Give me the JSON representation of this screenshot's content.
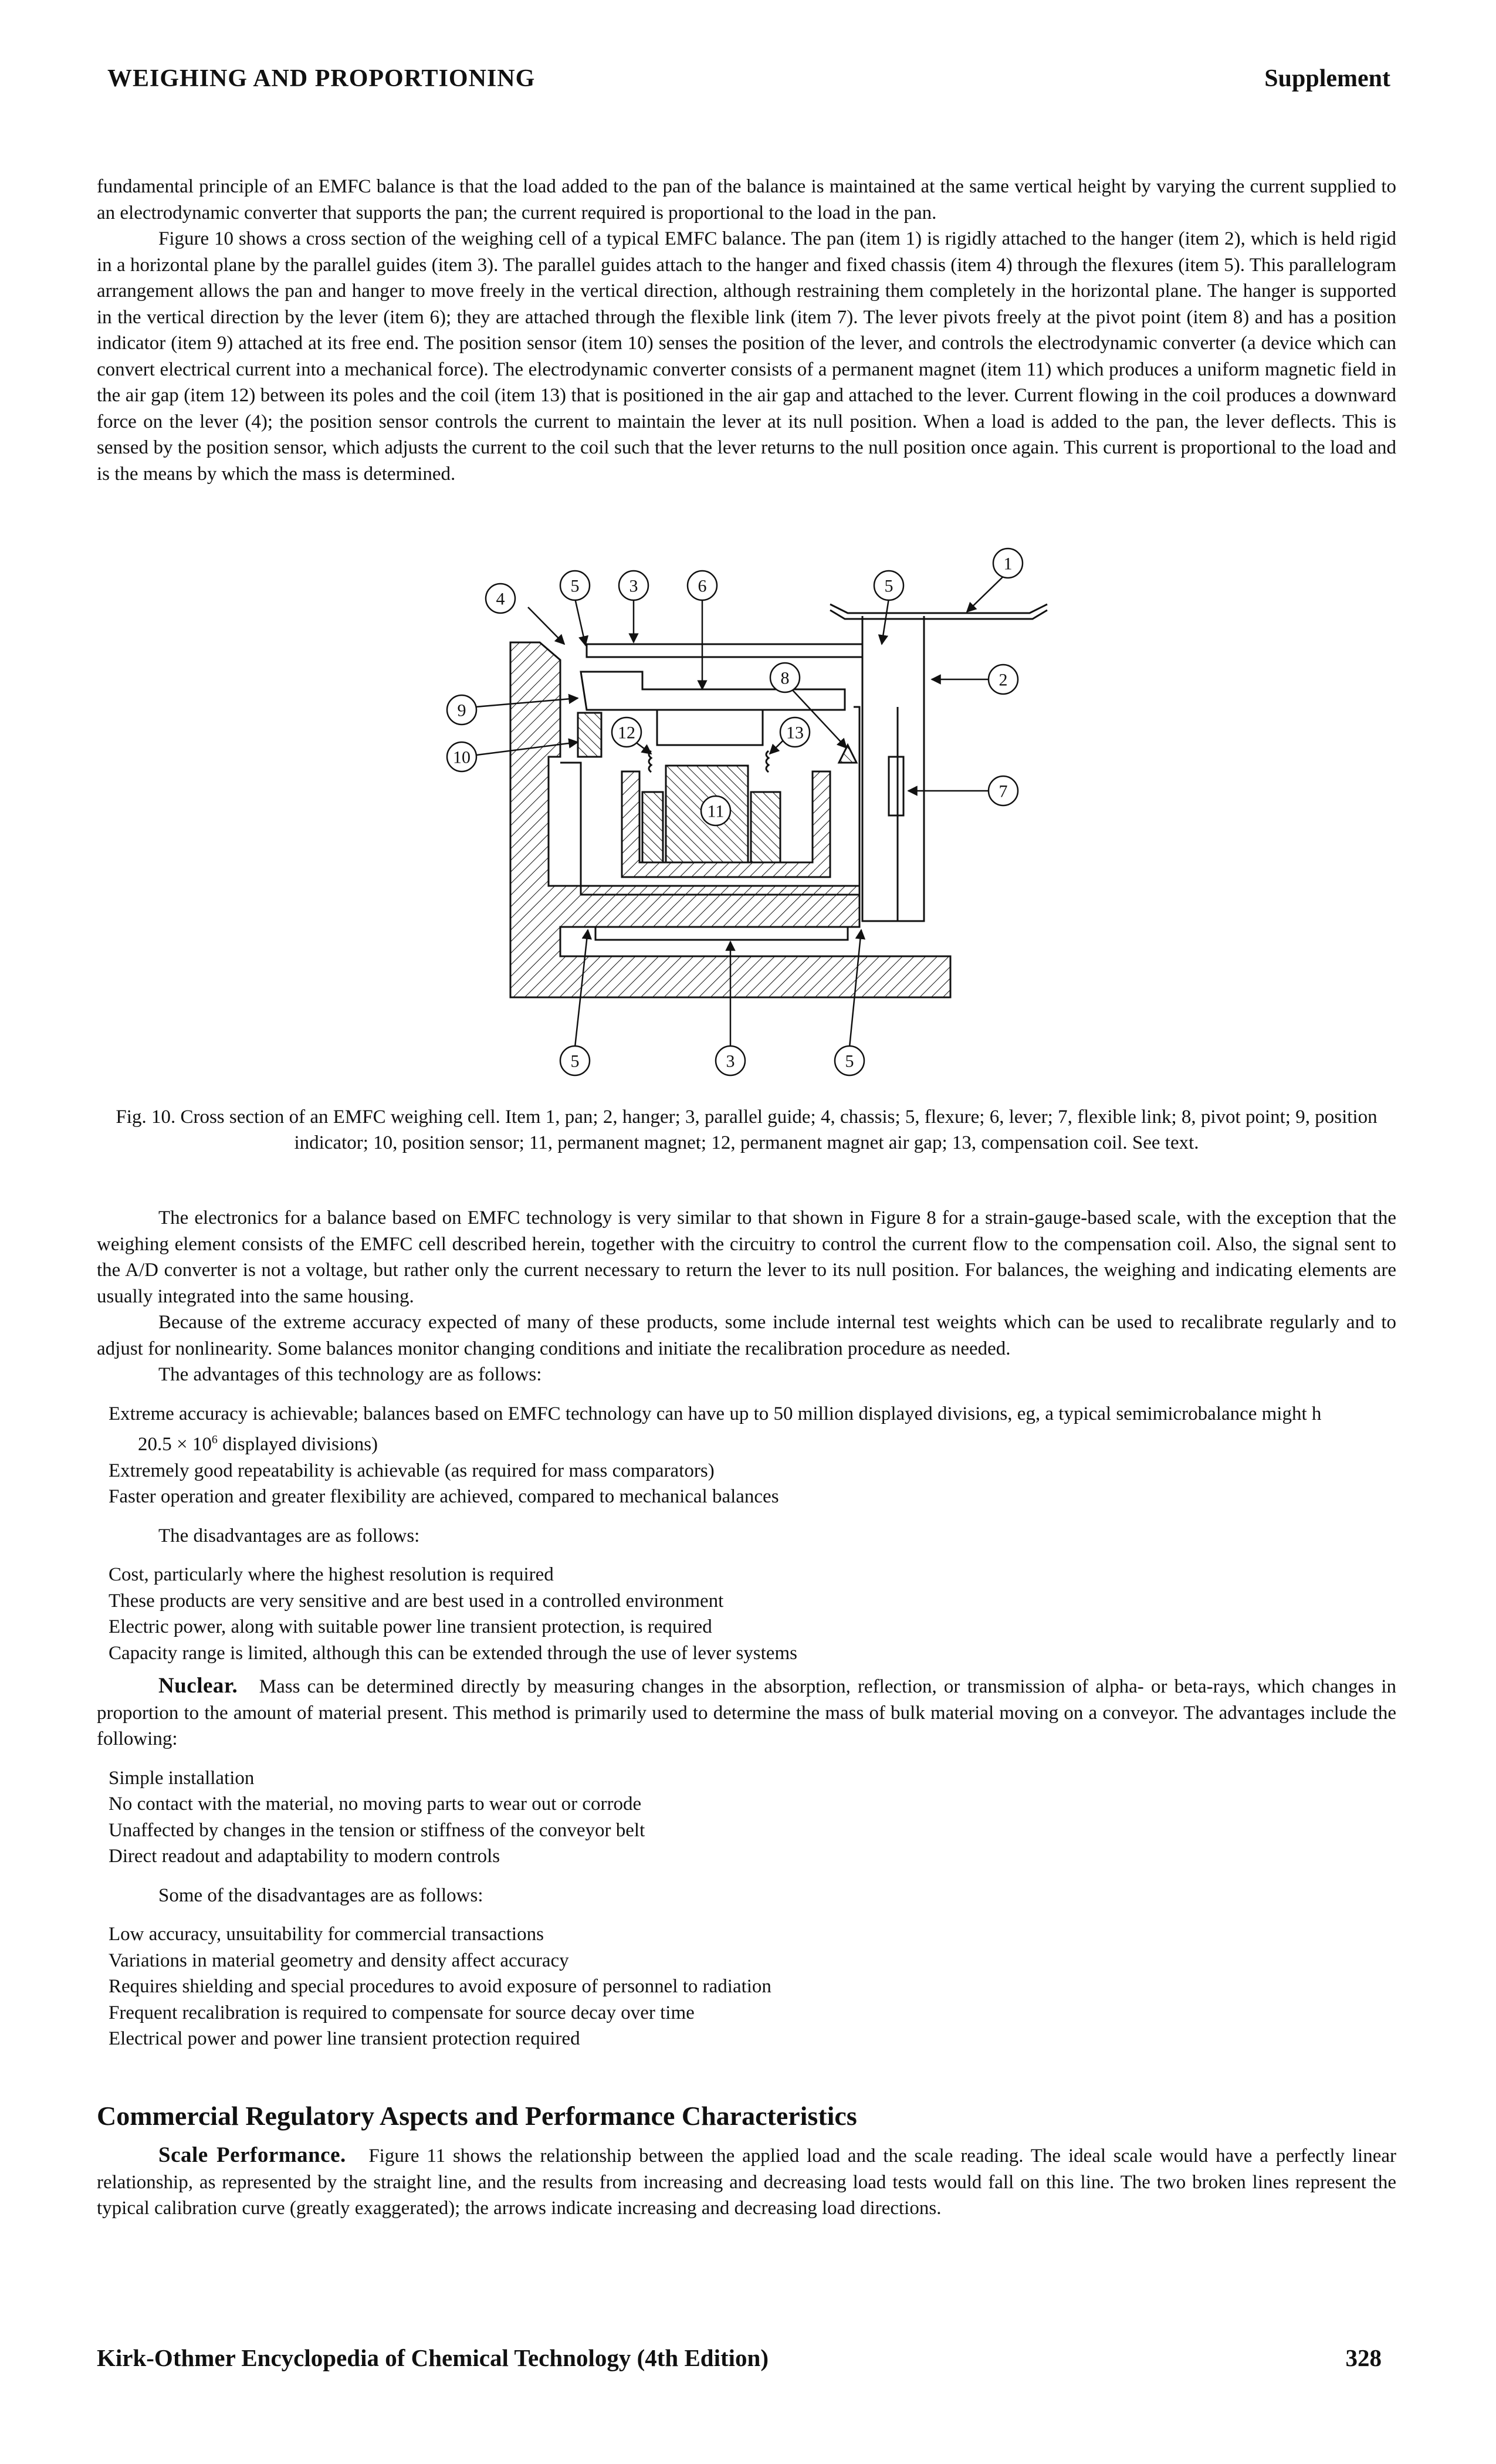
{
  "header": {
    "title": "WEIGHING AND PROPORTIONING",
    "right": "Supplement"
  },
  "intro_paragraphs": [
    "fundamental principle of an EMFC balance is that the load added to the pan of the balance is maintained at the same vertical height by varying the current supplied to an electrodynamic converter that supports the pan; the current required is proportional to the load in the pan.",
    "Figure 10 shows a cross section of the weighing cell of a typical EMFC balance. The pan (item 1) is rigidly attached to the hanger (item 2), which is held rigid in a horizontal plane by the parallel guides (item 3). The parallel guides attach to the hanger and fixed chassis (item 4) through the flexures (item 5). This parallelogram arrangement allows the pan and hanger to move freely in the vertical direction, although restraining them completely in the horizontal plane. The hanger is supported in the vertical direction by the lever (item 6); they are attached through the flexible link (item 7). The lever pivots freely at the pivot point (item 8) and has a position indicator (item 9) attached at its free end. The position sensor (item 10) senses the position of the lever, and controls the electrodynamic converter (a device which can convert electrical current into a mechanical force). The electrodynamic converter consists of a permanent magnet (item 11) which produces a uniform magnetic field in the air gap (item 12) between its poles and the coil (item 13) that is positioned in the air gap and attached to the lever. Current flowing in the coil produces a downward force on the lever (4); the position sensor controls the current to maintain the lever at its null position. When a load is added to the pan, the lever deflects. This is sensed by the position sensor, which adjusts the current to the coil such that the lever returns to the null position once again. This current is proportional to the load and is the means by which the mass is determined."
  ],
  "figure": {
    "labels": [
      "1",
      "2",
      "3",
      "4",
      "5",
      "6",
      "7",
      "8",
      "9",
      "10",
      "11",
      "12",
      "13"
    ],
    "caption": "Fig. 10. Cross section of an EMFC weighing cell. Item 1, pan; 2, hanger; 3, parallel guide; 4, chassis; 5, flexure; 6, lever; 7, flexible link; 8, pivot point; 9, position indicator; 10, position sensor; 11, permanent magnet; 12, permanent magnet air gap; 13, compensation coil. See text."
  },
  "body": {
    "p1": "The electronics for a balance based on EMFC technology is very similar to that shown in Figure 8 for a strain-gauge-based scale, with the exception that the weighing element consists of the EMFC cell described herein, together with the circuitry to control the current flow to the compensation coil. Also, the signal sent to the A/D converter is not a voltage, but rather only the current necessary to return the lever to its null position. For balances, the weighing and indicating elements are usually integrated into the same housing.",
    "p2": "Because of the extreme accuracy expected of many of these products, some include internal test weights which can be used to recalibrate regularly and to adjust for nonlinearity. Some balances monitor changing conditions and initiate the recalibration procedure as needed.",
    "p3": "The advantages of this technology are as follows:",
    "adv1_a": "Extreme accuracy is achievable; balances based on EMFC technology can have up to 50 million displayed divisions, eg, a typical semimicrobalance might h",
    "adv1_b1": "20.5 × 10",
    "adv1_sup": "6",
    "adv1_b2": " displayed divisions)",
    "adv2": "Extremely good repeatability is achievable (as required for mass comparators)",
    "adv3": "Faster operation and greater flexibility are achieved, compared to mechanical balances",
    "p4": "The disadvantages are as follows:",
    "dis": [
      "Cost, particularly where the highest resolution is required",
      "These products are very sensitive and are best used in a controlled environment",
      "Electric power, along with suitable power line transient protection, is required",
      "Capacity range is limited, although this can be extended through the use of lever systems"
    ],
    "nuclear_head": "Nuclear.",
    "nuclear_text": "Mass can be determined directly by measuring changes in the absorption, reflection, or transmission of alpha- or beta-rays, which changes in proportion to the amount of material present. This method is primarily used to determine the mass of bulk material moving on a conveyor. The advantages include the following:",
    "nuc_adv": [
      "Simple installation",
      "No contact with the material, no moving parts to wear out or corrode",
      "Unaffected by changes in the tension or stiffness of the conveyor belt",
      "Direct readout and adaptability to modern controls"
    ],
    "p5": "Some of the disadvantages are as follows:",
    "nuc_dis": [
      "Low accuracy, unsuitability for commercial transactions",
      "Variations in material geometry and density affect accuracy",
      "Requires shielding and special procedures to avoid exposure of personnel to radiation",
      "Frequent recalibration is required to compensate for source decay over time",
      "Electrical power and power line transient protection required"
    ]
  },
  "section": {
    "title": "Commercial Regulatory Aspects and Performance Characteristics",
    "scale_head": "Scale Performance.",
    "scale_text": "Figure 11 shows the relationship between the applied load and the scale reading. The ideal scale would have a perfectly linear relationship, as represented by the straight line, and the results from increasing and decreasing load tests would fall on this line. The two broken lines represent the typical calibration curve (greatly exaggerated); the arrows indicate increasing and decreasing load directions."
  },
  "footer": {
    "left": "Kirk-Othmer Encyclopedia of Chemical Technology (4th Edition)",
    "page": "328"
  }
}
